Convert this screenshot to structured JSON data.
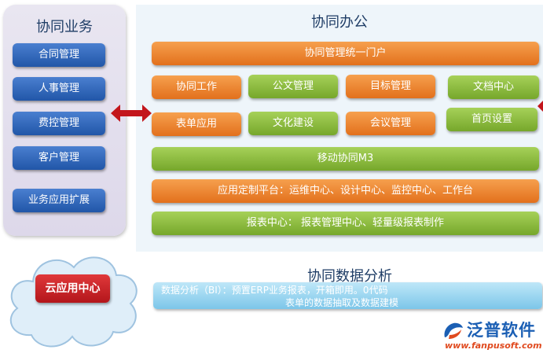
{
  "left_panel": {
    "title": "协同业务",
    "items": [
      "合同管理",
      "人事管理",
      "费控管理",
      "客户管理",
      "业务应用扩展"
    ]
  },
  "right_panel": {
    "title": "协同办公",
    "portal": "协同管理统一门户",
    "row1": [
      "协同工作",
      "公文管理",
      "目标管理",
      "文档中心"
    ],
    "row2": [
      "表单应用",
      "文化建设",
      "会议管理",
      "首页设置"
    ],
    "mobile": "移动协同M3",
    "app_platform": "应用定制平台：运维中心、设计中心、监控中心、工作台",
    "report_center": "报表中心：  报表管理中心、轻量级报表制作"
  },
  "analysis": {
    "title": "协同数据分析",
    "line1": "数据分析（BI）：预置ERP业务报表，开箱即用。0代码",
    "line2": "表单的数据抽取及数据建模"
  },
  "cloud": {
    "label": "云应用中心"
  },
  "logo": {
    "name": "泛普软件",
    "url": "www.fanpusoft.com"
  },
  "colors": {
    "orange": "#ee8a34",
    "green": "#8fc043",
    "blue": "#2f68bc",
    "red": "#c8202a",
    "cyan": "#8fcfee",
    "arrow": "#c3161c"
  }
}
